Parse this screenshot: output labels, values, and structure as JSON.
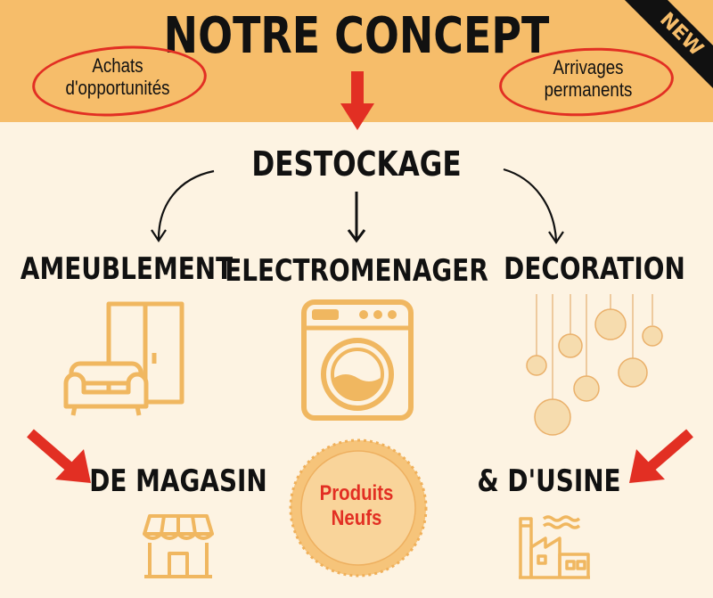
{
  "header": {
    "title": "NOTRE CONCEPT",
    "badge": "NEW",
    "left_bubble": {
      "line1": "Achats",
      "line2": "d'opportunités"
    },
    "right_bubble": {
      "line1": "Arrivages",
      "line2": "permanents"
    }
  },
  "main": {
    "heading": "DESTOCKAGE",
    "categories": [
      "AMEUBLEMENT",
      "ELECTROMENAGER",
      "DECORATION"
    ],
    "sources": [
      "DE MAGASIN",
      "& D'USINE"
    ],
    "seal": {
      "line1": "Produits",
      "line2": "Neufs"
    }
  },
  "colors": {
    "banner": "#f6bd6a",
    "background": "#fdf3e2",
    "icon": "#f0b760",
    "arrow": "#e22f23",
    "seal": "#f6c47a"
  },
  "icons": [
    "wardrobe-sofa-icon",
    "washing-machine-icon",
    "christmas-baubles-icon",
    "shop-icon",
    "factory-icon"
  ]
}
